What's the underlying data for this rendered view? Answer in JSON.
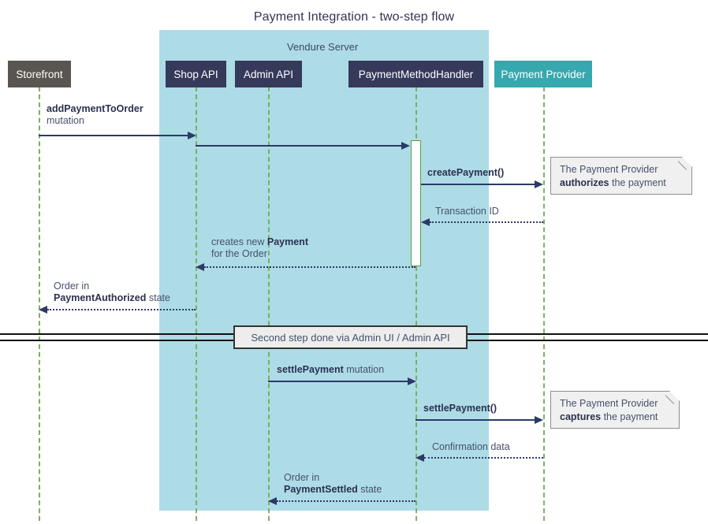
{
  "diagram": {
    "title": "Payment Integration - two-step flow",
    "type": "sequence-diagram"
  },
  "group": {
    "label": "Vendure Server",
    "color": "#addce6"
  },
  "participants": [
    {
      "name": "storefront",
      "label": "Storefront",
      "color": "#595651"
    },
    {
      "name": "shop-api",
      "label": "Shop API",
      "color": "#353a5b"
    },
    {
      "name": "admin-api",
      "label": "Admin API",
      "color": "#353a5b"
    },
    {
      "name": "payment-method-handler",
      "label": "PaymentMethodHandler",
      "color": "#353a5b"
    },
    {
      "name": "payment-provider",
      "label": "Payment Provider",
      "color": "#36a8ae"
    }
  ],
  "messages": [
    {
      "name": "add-payment-to-order",
      "from": "storefront",
      "to": "shop-api",
      "line1_bold": "addPaymentToOrder",
      "line1_rest": "",
      "line2": "mutation",
      "style": "solid",
      "direction": "right"
    },
    {
      "name": "shop-api-to-handler",
      "from": "shop-api",
      "to": "payment-method-handler",
      "line1_bold": "",
      "line1_rest": "",
      "line2": "",
      "style": "solid",
      "direction": "right"
    },
    {
      "name": "create-payment",
      "from": "payment-method-handler",
      "to": "payment-provider",
      "line1_bold": "createPayment()",
      "line1_rest": "",
      "line2": "",
      "style": "solid",
      "direction": "right"
    },
    {
      "name": "transaction-id",
      "from": "payment-provider",
      "to": "payment-method-handler",
      "line1_bold": "",
      "line1_rest": "Transaction ID",
      "line2": "",
      "style": "dotted",
      "direction": "left"
    },
    {
      "name": "creates-new-payment",
      "from": "payment-method-handler",
      "to": "shop-api",
      "line1_pre": "creates new ",
      "line1_bold": "Payment",
      "line1_rest": "",
      "line2": "for the Order",
      "style": "dotted",
      "direction": "left"
    },
    {
      "name": "order-payment-authorized",
      "from": "shop-api",
      "to": "storefront",
      "line1_pre": "",
      "line1_rest": "Order in",
      "line2_bold": "PaymentAuthorized",
      "line2_post": " state",
      "style": "dotted",
      "direction": "left"
    },
    {
      "name": "settle-payment-mutation",
      "from": "admin-api",
      "to": "payment-method-handler",
      "line1_bold": "settlePayment",
      "line1_post": " mutation",
      "style": "solid",
      "direction": "right"
    },
    {
      "name": "settle-payment-call",
      "from": "payment-method-handler",
      "to": "payment-provider",
      "line1_bold": "settlePayment()",
      "line1_post": "",
      "style": "solid",
      "direction": "right"
    },
    {
      "name": "confirmation-data",
      "from": "payment-provider",
      "to": "payment-method-handler",
      "line1_rest": "Confirmation data",
      "style": "dotted",
      "direction": "left"
    },
    {
      "name": "order-payment-settled",
      "from": "payment-method-handler",
      "to": "admin-api",
      "line1_rest": "Order in",
      "line2_bold": "PaymentSettled",
      "line2_post": " state",
      "style": "dotted",
      "direction": "left"
    }
  ],
  "notes": [
    {
      "name": "note-authorizes",
      "line1": "The Payment Provider",
      "line2_bold": "authorizes",
      "line2_post": " the payment"
    },
    {
      "name": "note-captures",
      "line1": "The Payment Provider",
      "line2_bold": "captures",
      "line2_post": " the payment"
    }
  ],
  "divider": {
    "name": "divider-second-step",
    "label": "Second step done via Admin UI / Admin API"
  }
}
